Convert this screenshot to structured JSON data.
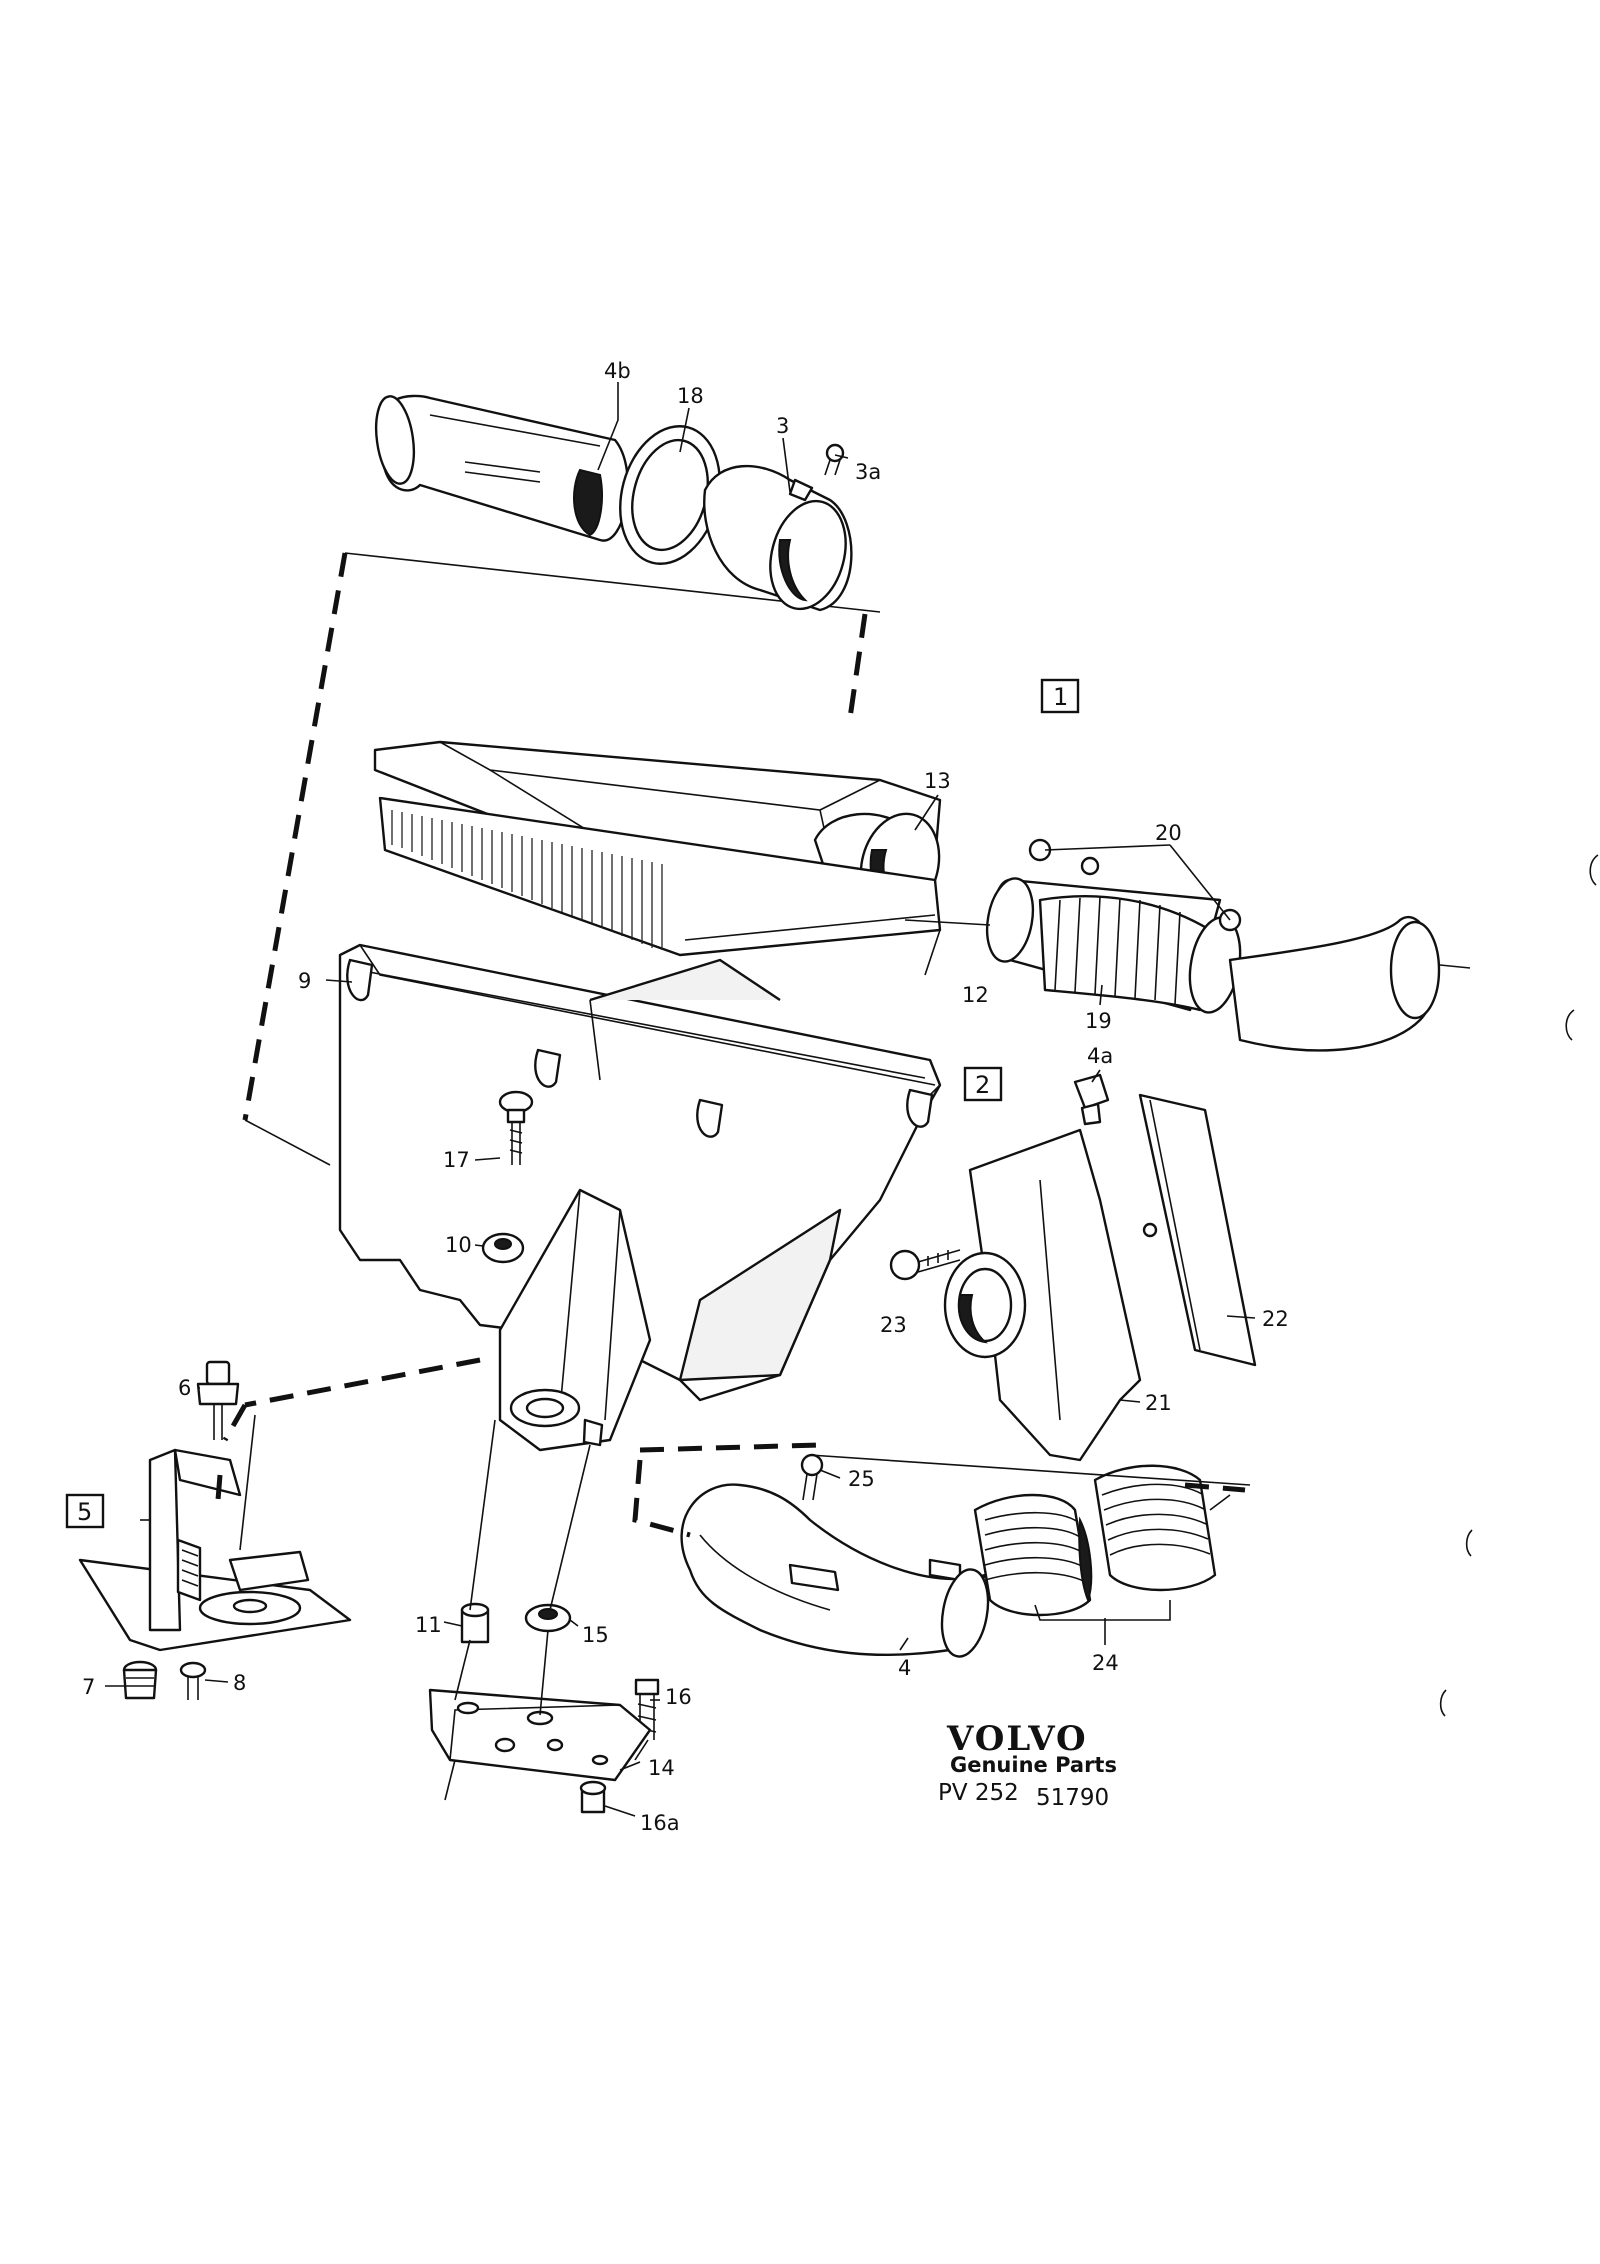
{
  "callouts": {
    "p4b": "4b",
    "p18": "18",
    "p3": "3",
    "p3a": "3a",
    "p13": "13",
    "p20": "20",
    "p19": "19",
    "p12": "12",
    "p9": "9",
    "p17": "17",
    "p10": "10",
    "p4a": "4a",
    "p23": "23",
    "p22": "22",
    "p21": "21",
    "p6": "6",
    "p25": "25",
    "p11": "11",
    "p15": "15",
    "p16": "16",
    "p14": "14",
    "p16a": "16a",
    "p7": "7",
    "p8": "8",
    "p4": "4",
    "p24": "24"
  },
  "boxed_callouts": {
    "b1": "1",
    "b2": "2",
    "b5": "5"
  },
  "branding": {
    "brand": "VOLVO",
    "subtitle": "Genuine Parts",
    "code_left": "PV 252",
    "code_right": "51790"
  }
}
